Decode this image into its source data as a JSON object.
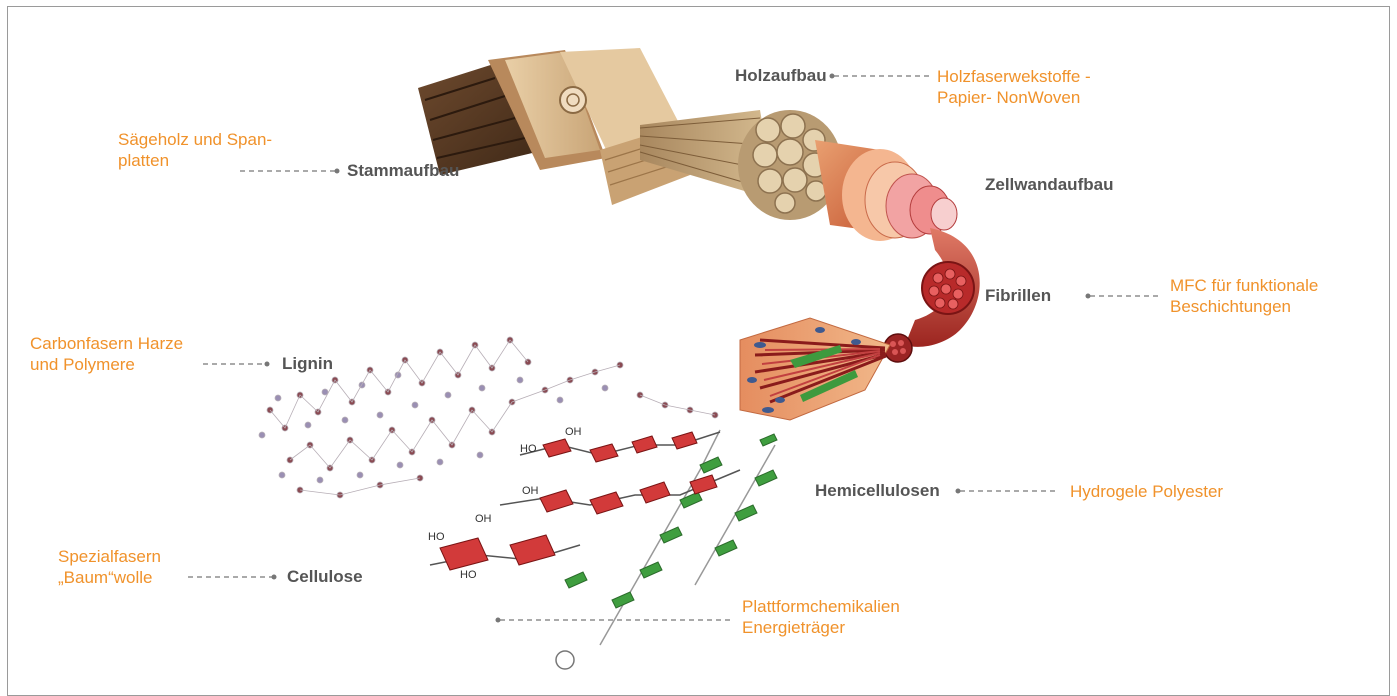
{
  "structure_labels": {
    "holzaufbau": "Holzaufbau",
    "stammaufbau": "Stammaufbau",
    "zellwandaufbau": "Zellwandaufbau",
    "fibrillen": "Fibrillen",
    "lignin": "Lignin",
    "hemicellulosen": "Hemicellulosen",
    "cellulose": "Cellulose"
  },
  "applications": {
    "holzaufbau": [
      "Holzfaserwekstoffe -",
      "Papier- NonWoven"
    ],
    "stammaufbau": [
      "Sägeholz und Span-",
      "platten"
    ],
    "fibrillen": [
      "MFC für funktionale",
      "Beschichtungen"
    ],
    "lignin": [
      "Carbonfasern Harze",
      "und Polymere"
    ],
    "hemicellulosen": [
      "Hydrogele Polyester"
    ],
    "cellulose": [
      "Spezialfasern",
      "„Baum“wolle"
    ],
    "plattform": [
      "Plattformchemikalien",
      "Energieträger"
    ]
  },
  "colors": {
    "structure_label": "#555555",
    "application_label": "#f0922b",
    "leader_line": "#777777"
  }
}
